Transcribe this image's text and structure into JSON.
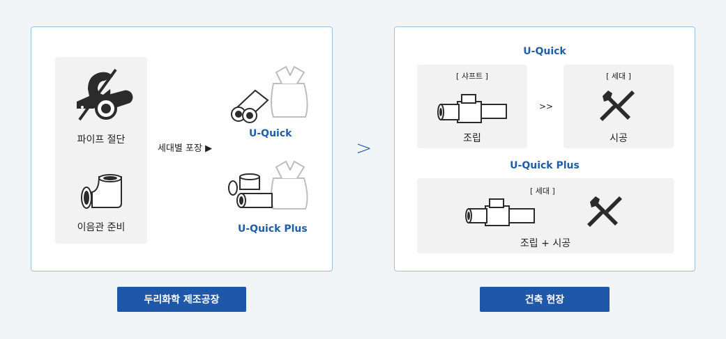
{
  "factory": {
    "pipe_cut": "파이프 절단",
    "elbow_prep": "이음관 준비",
    "packing": "세대별 포장 ▶",
    "uquick": "U-Quick",
    "uquick_plus": "U-Quick Plus",
    "badge": "두리화학 제조공장"
  },
  "site": {
    "uquick": "U-Quick",
    "shaft_tag": "[ 샤프트 ]",
    "assembly": "조립",
    "arrow": ">>",
    "unit_tag": "[ 세대 ]",
    "install": "시공",
    "uquick_plus": "U-Quick Plus",
    "unit_tag2": "[ 세대 ]",
    "assembly_install": "조립 + 시공",
    "badge": "건축 현장"
  },
  "center_arrow": ">",
  "colors": {
    "accent": "#1f58a8",
    "border": "#9cc3db",
    "icon": "#2b2b2b"
  }
}
